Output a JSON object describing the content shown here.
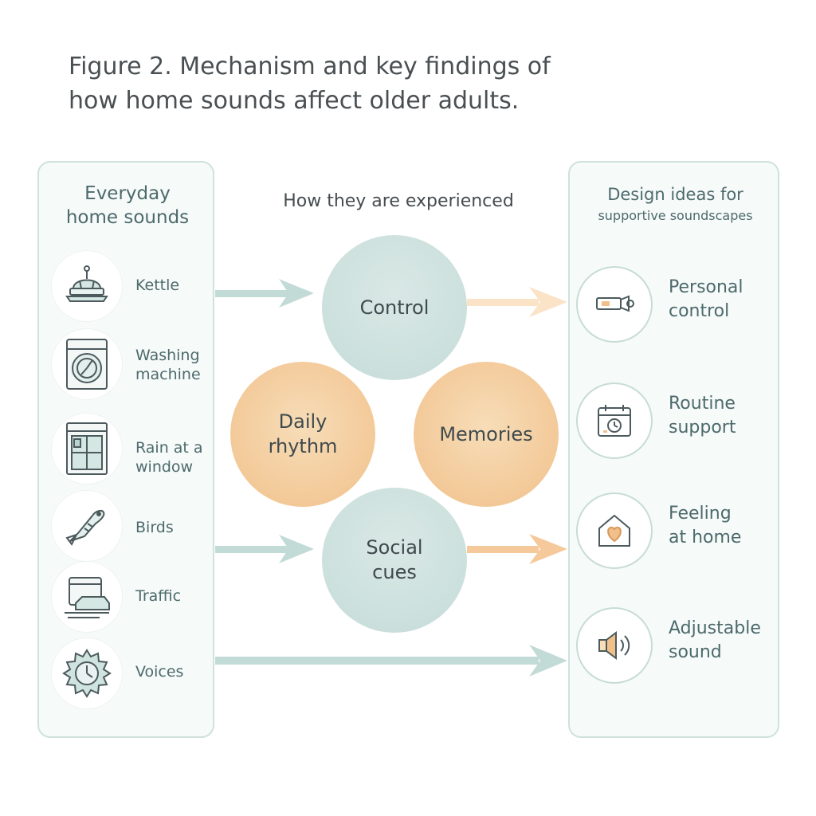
{
  "title": {
    "line1": "Figure 2. Mechanism and key findings of",
    "line2": "how home sounds affect older adults."
  },
  "left_panel": {
    "heading_line1": "Everyday",
    "heading_line2": "home sounds",
    "items": [
      {
        "label_line1": "Kettle",
        "label_line2": "",
        "icon": "kettle-icon"
      },
      {
        "label_line1": "Washing",
        "label_line2": "machine",
        "icon": "washing-machine-icon"
      },
      {
        "label_line1": "Rain at a",
        "label_line2": "window",
        "icon": "window-icon"
      },
      {
        "label_line1": "Birds",
        "label_line2": "",
        "icon": "bird-icon"
      },
      {
        "label_line1": "Traffic",
        "label_line2": "",
        "icon": "traffic-icon"
      },
      {
        "label_line1": "Voices",
        "label_line2": "",
        "icon": "voices-gear-icon"
      }
    ]
  },
  "middle": {
    "heading": "How they are experienced",
    "circles": [
      {
        "line1": "Control",
        "line2": ""
      },
      {
        "line1": "Daily",
        "line2": "rhythm"
      },
      {
        "line1": "Memories",
        "line2": ""
      },
      {
        "line1": "Social",
        "line2": "cues"
      }
    ]
  },
  "right_panel": {
    "heading_line1": "Design ideas for",
    "heading_line2": "supportive soundscapes",
    "items": [
      {
        "label_line1": "Personal",
        "label_line2": "control",
        "icon": "remote-control-icon"
      },
      {
        "label_line1": "Routine",
        "label_line2": "support",
        "icon": "calendar-clock-icon"
      },
      {
        "label_line1": "Feeling",
        "label_line2": "at home",
        "icon": "home-heart-icon"
      },
      {
        "label_line1": "Adjustable",
        "label_line2": "sound",
        "icon": "speaker-icon"
      }
    ]
  },
  "colors": {
    "teal": "#c5dcd8",
    "orange": "#f1c08a",
    "teal_arrow": "#c3dbd6",
    "orange_arrow": "#f6c99a",
    "panel_border": "#cfe2dd",
    "text": "#4d6a6c"
  }
}
